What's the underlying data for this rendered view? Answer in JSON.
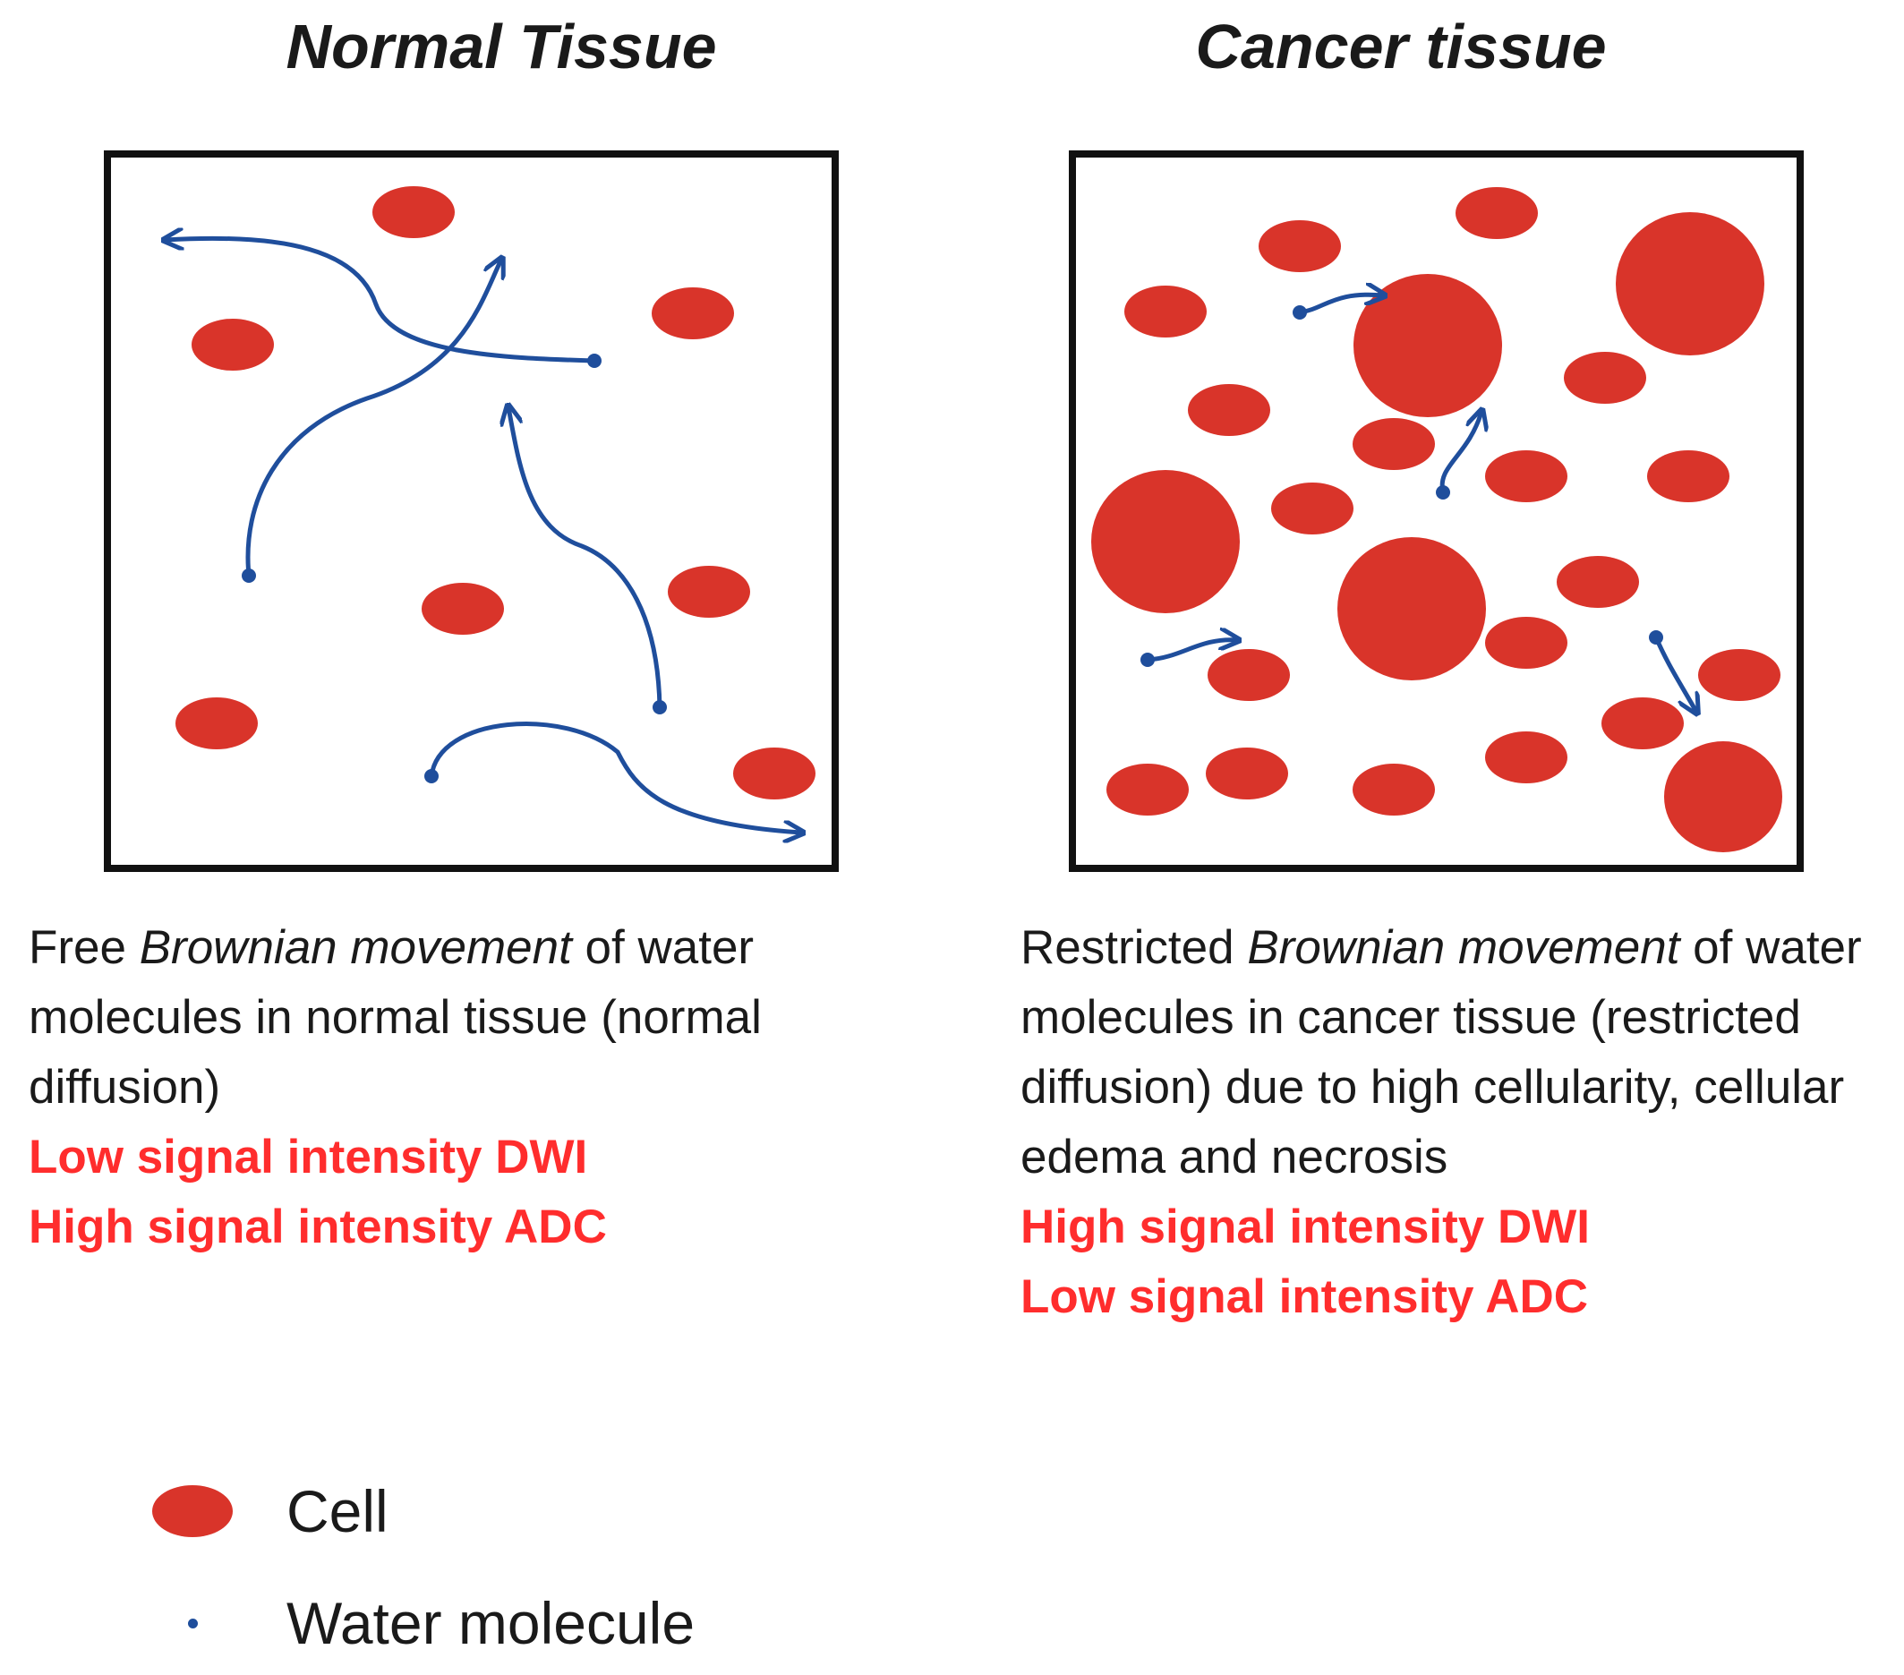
{
  "colors": {
    "cell": "#d9342a",
    "arrow": "#1f4e9c",
    "box": "#111111",
    "emphasis": "#ff2d2d"
  },
  "panels": {
    "normal": {
      "title": "Normal Tissue",
      "description": {
        "pre": "Free ",
        "italic": "Brownian movement",
        "post": " of water molecules in normal tissue (normal diffusion)",
        "line1": "Low signal intensity DWI",
        "line2": "High signal intensity ADC"
      }
    },
    "cancer": {
      "title": "Cancer tissue",
      "description": {
        "pre": "Restricted ",
        "italic": "Brownian movement",
        "post": " of water molecules in cancer tissue (restricted diffusion) due to high cellularity, cellular edema and necrosis",
        "line1": "High signal intensity DWI",
        "line2": "Low signal intensity ADC"
      }
    }
  },
  "legend": {
    "cell_label": "Cell",
    "water_label": "Water molecule"
  }
}
